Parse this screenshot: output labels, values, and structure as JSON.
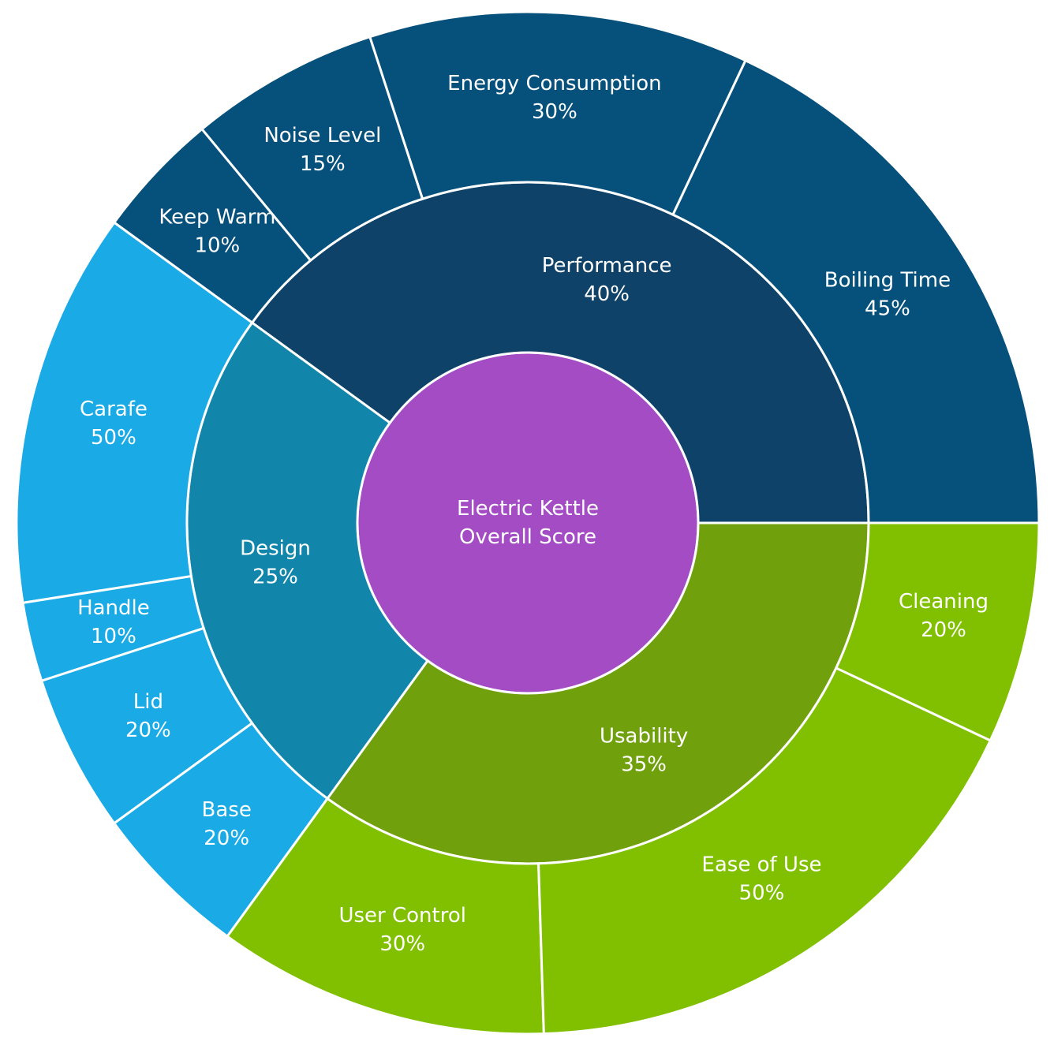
{
  "chart_data": {
    "type": "sunburst",
    "root": {
      "label_lines": [
        "Electric Kettle",
        "Overall Score"
      ],
      "color": "#a44cc4"
    },
    "categories": [
      {
        "name": "Performance",
        "percent": 40,
        "percent_label": "40%",
        "color": "#0e4268",
        "child_color": "#06507c",
        "children": [
          {
            "name": "Boiling Time",
            "percent": 45,
            "percent_label": "45%"
          },
          {
            "name": "Energy Consumption",
            "percent": 30,
            "percent_label": "30%"
          },
          {
            "name": "Noise Level",
            "percent": 15,
            "percent_label": "15%"
          },
          {
            "name": "Keep Warm",
            "percent": 10,
            "percent_label": "10%"
          }
        ]
      },
      {
        "name": "Design",
        "percent": 25,
        "percent_label": "25%",
        "color": "#1186aa",
        "child_color": "#1aaae6",
        "children": [
          {
            "name": "Carafe",
            "percent": 50,
            "percent_label": "50%"
          },
          {
            "name": "Handle",
            "percent": 10,
            "percent_label": "10%"
          },
          {
            "name": "Lid",
            "percent": 20,
            "percent_label": "20%"
          },
          {
            "name": "Base",
            "percent": 20,
            "percent_label": "20%"
          }
        ]
      },
      {
        "name": "Usability",
        "percent": 35,
        "percent_label": "35%",
        "color": "#70a00c",
        "child_color": "#80c000",
        "children": [
          {
            "name": "User Control",
            "percent": 30,
            "percent_label": "30%"
          },
          {
            "name": "Ease of Use",
            "percent": 50,
            "percent_label": "50%"
          },
          {
            "name": "Cleaning",
            "percent": 20,
            "percent_label": "20%"
          }
        ]
      }
    ]
  }
}
